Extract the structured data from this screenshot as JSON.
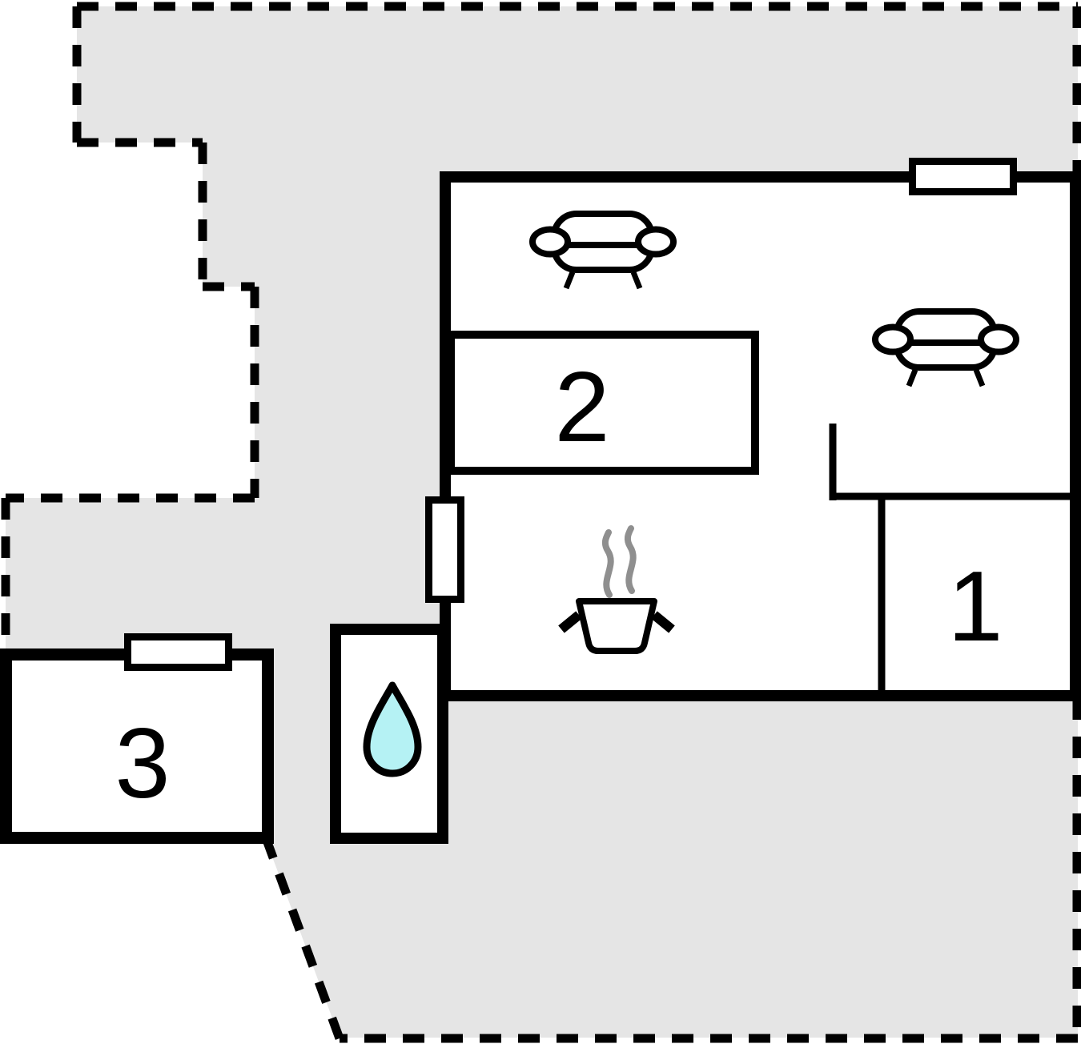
{
  "floorplan": {
    "title": "apartment-floor-plan",
    "rooms": [
      {
        "label": "1"
      },
      {
        "label": "2"
      },
      {
        "label": "3"
      }
    ],
    "icons": {
      "sofa": "sofa-icon",
      "cooking_pot": "cooking-pot-icon",
      "water_drop": "water-drop-icon",
      "steam": "steam-icon",
      "window": "window-marker"
    },
    "colors": {
      "terrace": "#e5e5e5",
      "wall": "#000000",
      "water_drop": "#b5f2f4",
      "steam": "#8f8f8f",
      "room_fill": "#ffffff"
    }
  }
}
